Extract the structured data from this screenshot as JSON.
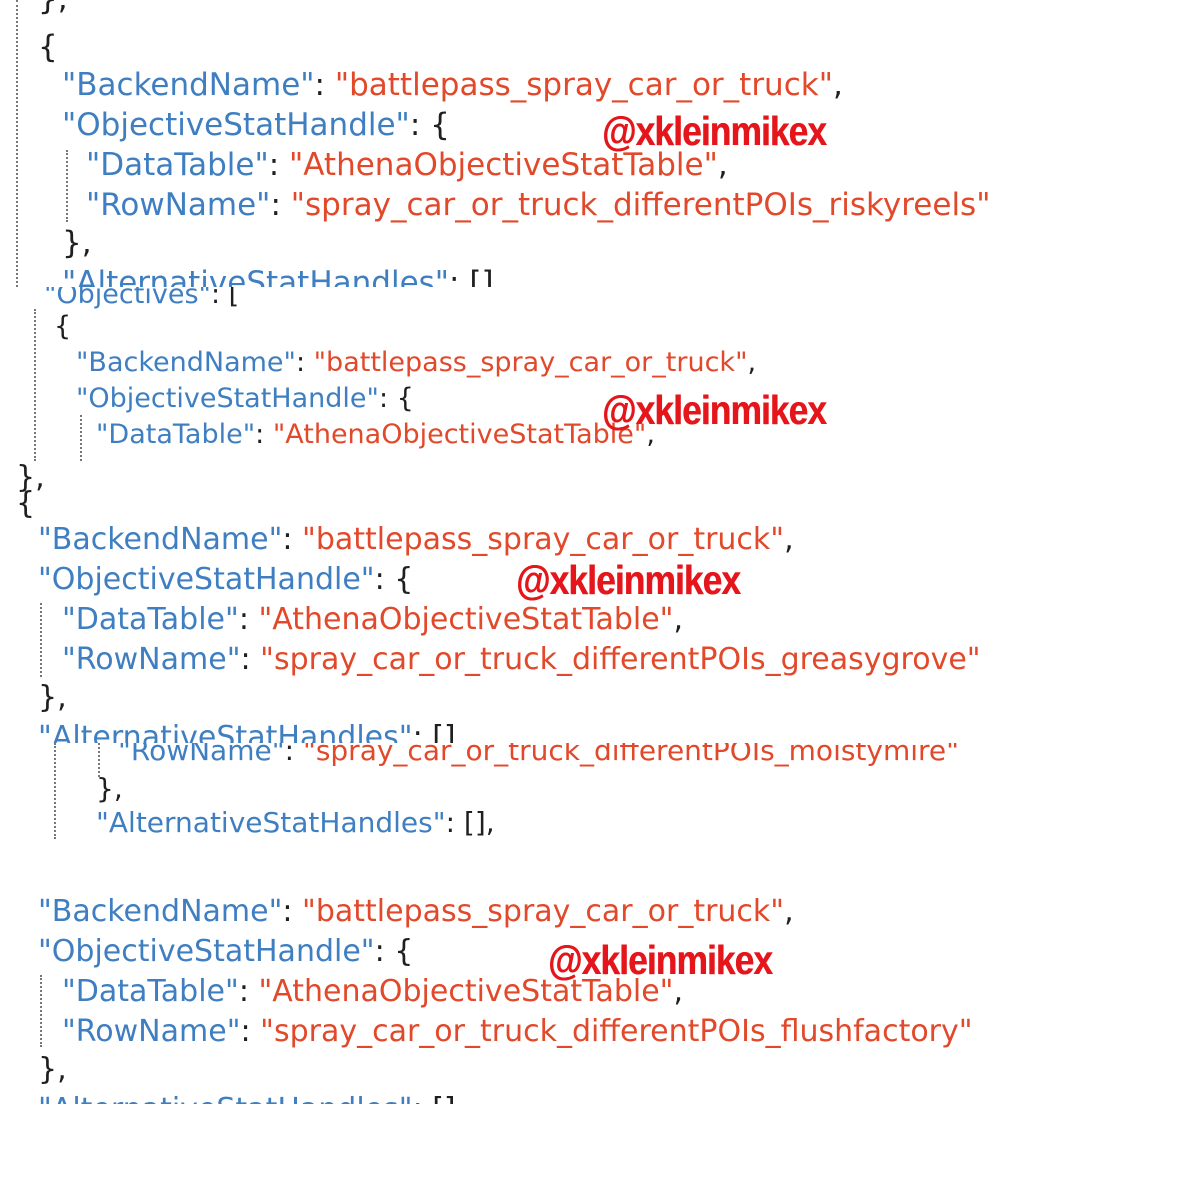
{
  "watermark": "@xkleinmikex",
  "colors": {
    "key": "#3f7fc1",
    "string": "#e2482a",
    "watermark": "#e5161b"
  },
  "crops": [
    {
      "lines": [
        {
          "text": "},",
          "kind": "punct"
        },
        {
          "text": "{",
          "kind": "punct"
        },
        {
          "key": "\"BackendName\"",
          "sep": ": ",
          "value": "\"battlepass_spray_car_or_truck\"",
          "end": ","
        },
        {
          "key": "\"ObjectiveStatHandle\"",
          "sep": ": {",
          "value": "",
          "end": ""
        },
        {
          "key": "\"DataTable\"",
          "sep": ": ",
          "value": "\"AthenaObjectiveStatTable\"",
          "end": ","
        },
        {
          "key": "\"RowName\"",
          "sep": ": ",
          "value": "\"spray_car_or_truck_differentPOIs_riskyreels\"",
          "end": ""
        },
        {
          "text": "},",
          "kind": "punct"
        },
        {
          "key": "\"AlternativeStatHandles\"",
          "sep": ": []",
          "value": "",
          "end": ""
        }
      ]
    },
    {
      "lines": [
        {
          "key": "\"Objectives\"",
          "sep": ": [",
          "value": "",
          "end": ""
        },
        {
          "text": "{",
          "kind": "punct"
        },
        {
          "key": "\"BackendName\"",
          "sep": ": ",
          "value": "\"battlepass_spray_car_or_truck\"",
          "end": ","
        },
        {
          "key": "\"ObjectiveStatHandle\"",
          "sep": ": {",
          "value": "",
          "end": ""
        },
        {
          "key": "\"DataTable\"",
          "sep": ": ",
          "value": "\"AthenaObjectiveStatTable\"",
          "end": ","
        }
      ]
    },
    {
      "lines": [
        {
          "text": "},",
          "kind": "punct"
        },
        {
          "text": "{",
          "kind": "punct"
        },
        {
          "key": "\"BackendName\"",
          "sep": ": ",
          "value": "\"battlepass_spray_car_or_truck\"",
          "end": ","
        },
        {
          "key": "\"ObjectiveStatHandle\"",
          "sep": ": {",
          "value": "",
          "end": ""
        },
        {
          "key": "\"DataTable\"",
          "sep": ": ",
          "value": "\"AthenaObjectiveStatTable\"",
          "end": ","
        },
        {
          "key": "\"RowName\"",
          "sep": ": ",
          "value": "\"spray_car_or_truck_differentPOIs_greasygrove\"",
          "end": ""
        },
        {
          "text": "},",
          "kind": "punct"
        },
        {
          "key": "\"AlternativeStatHandles\"",
          "sep": ": []",
          "value": "",
          "end": ""
        }
      ]
    },
    {
      "lines": [
        {
          "key": "\"RowName\"",
          "sep": ": ",
          "value": "\"spray_car_or_truck_differentPOIs_moistymire\"",
          "end": ""
        },
        {
          "text": "},",
          "kind": "punct"
        },
        {
          "key": "\"AlternativeStatHandles\"",
          "sep": ": [],",
          "value": "",
          "end": ""
        }
      ]
    },
    {
      "lines": [
        {
          "key": "\"BackendName\"",
          "sep": ": ",
          "value": "\"battlepass_spray_car_or_truck\"",
          "end": ","
        },
        {
          "key": "\"ObjectiveStatHandle\"",
          "sep": ": {",
          "value": "",
          "end": ""
        },
        {
          "key": "\"DataTable\"",
          "sep": ": ",
          "value": "\"AthenaObjectiveStatTable\"",
          "end": ","
        },
        {
          "key": "\"RowName\"",
          "sep": ": ",
          "value": "\"spray_car_or_truck_differentPOIs_flushfactory\"",
          "end": ""
        },
        {
          "text": "},",
          "kind": "punct"
        },
        {
          "key": "\"AlternativeStatHandles\"",
          "sep": ": []",
          "value": "",
          "end": ""
        }
      ]
    }
  ]
}
